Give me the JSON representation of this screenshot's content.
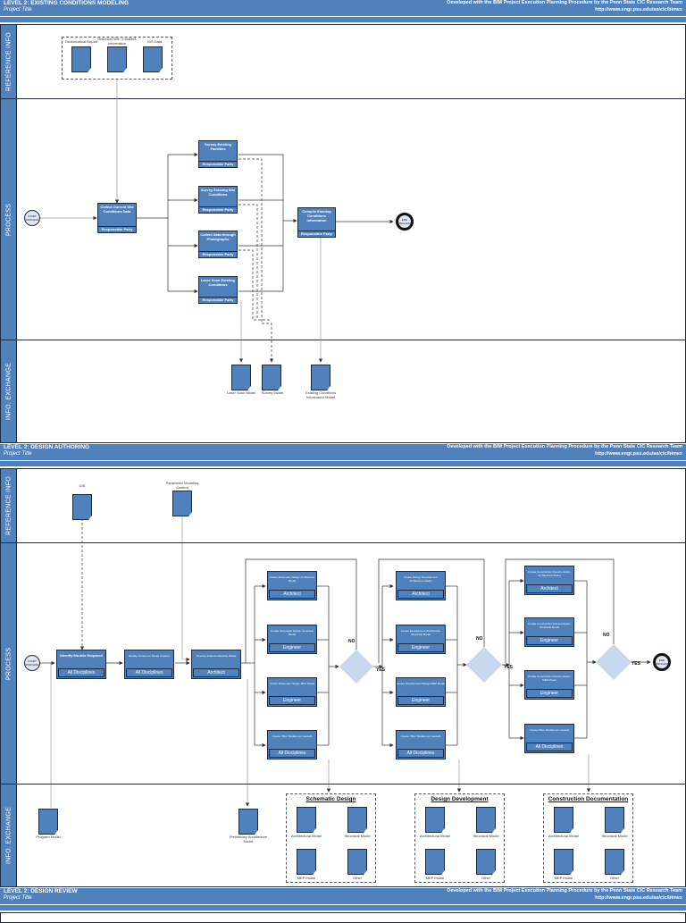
{
  "section1": {
    "title": "LEVEL 2:  EXISTING CONDITIONS MODELING",
    "subtitle": "Project Title",
    "credit": "Developed with the BIM Project Execution Planning Procedure by the Penn State CIC Research Team",
    "url": "http://www.engr.psu.edu/ae/cic/bimex",
    "lanes": {
      "ref": "REFERENCE INFO",
      "process": "PROCESS",
      "info": "INFO. EXCHANGE"
    },
    "ref_docs": [
      "Geotechnical Report",
      "Historical Site / Facilities Information",
      "GIS Data"
    ],
    "start_label": "START PROCESS",
    "end_label": "END PROCESS",
    "collect": {
      "title": "Collect Current Site Conditions Data",
      "party": "Responsible Party"
    },
    "branches": [
      {
        "title": "Survey Existing Facilities",
        "party": "Responsible Party"
      },
      {
        "title": "Survey Existing Site Conditions",
        "party": "Responsible Party"
      },
      {
        "title": "Collect Data through Photographs",
        "party": "Responsible Party"
      },
      {
        "title": "Laser Scan Existing Conditions",
        "party": "Responsible Party"
      }
    ],
    "compile": {
      "title": "Compile Existing Conditions Information",
      "party": "Responsible Party"
    },
    "outputs": [
      "Laser Scan Model",
      "Survey Model",
      "Existing Conditions Information Model"
    ]
  },
  "section2": {
    "title": "LEVEL 2:  DESIGN AUTHORING",
    "subtitle": "Project Title",
    "credit": "Developed with the BIM Project Execution Planning Procedure by the Penn State CIC Research Team",
    "url": "http://www.engr.psu.edu/ae/cic/bimex",
    "lanes": {
      "ref": "REFERENCE INFO",
      "process": "PROCESS",
      "info": "INFO. EXCHANGE"
    },
    "ref_docs": [
      "GIS",
      "Parametric Modeling Content"
    ],
    "start_label": "START PROCESS",
    "end_label": "END PROCESS",
    "first_steps": [
      {
        "title": "Identify Models Required",
        "party": "All Disciplines"
      },
      {
        "title": "Identify Content for Model Creation",
        "party": "All Disciplines"
      },
      {
        "title": "Develop Initial Architecture Model",
        "party": "Architect"
      }
    ],
    "phases": [
      {
        "tasks": [
          {
            "title": "Create Schematic Design Architecture Model",
            "party": "Architect"
          },
          {
            "title": "Create Schematic Design Structural Model",
            "party": "Engineer"
          },
          {
            "title": "Create Schematic Design MEP Model",
            "party": "Engineer"
          },
          {
            "title": "Create Other Models (as needed)",
            "party": "All Disciplines"
          }
        ]
      },
      {
        "tasks": [
          {
            "title": "Create Design Development Architecture Model",
            "party": "Architect"
          },
          {
            "title": "Create Development Architecture Structural Model",
            "party": "Engineer"
          },
          {
            "title": "Create Development Design MEP Model",
            "party": "Engineer"
          },
          {
            "title": "Create Other Models (as needed)",
            "party": "All Disciplines"
          }
        ]
      },
      {
        "tasks": [
          {
            "title": "Create Construction Documentation Architecture Model",
            "party": "Architect"
          },
          {
            "title": "Create Construction Documentation Structural Model",
            "party": "Engineer"
          },
          {
            "title": "Create Construction Documentation MEP Model",
            "party": "Engineer"
          },
          {
            "title": "Create Other Models (as needed)",
            "party": "All Disciplines"
          }
        ]
      }
    ],
    "decision": {
      "no": "NO",
      "yes": "YES"
    },
    "info_single": [
      "Program Model",
      "Preliminary Architecture Model"
    ],
    "groups": [
      {
        "title": "Schematic Design",
        "docs": [
          "Architectural Model",
          "Structural Model",
          "MEP Model",
          "Other"
        ]
      },
      {
        "title": "Design Development",
        "docs": [
          "Architectural Model",
          "Structural Model",
          "MEP Model",
          "Other"
        ]
      },
      {
        "title": "Construction Documentation",
        "docs": [
          "Architectural Model",
          "Structural Model",
          "MEP Model",
          "Other"
        ]
      }
    ]
  },
  "section3": {
    "title": "LEVEL 2:  DESIGN REVIEW",
    "subtitle": "Project Title",
    "credit": "Developed with the BIM Project Execution Planning Procedure by the Penn State CIC Research Team",
    "url": "http://www.engr.psu.edu/ae/cic/bimex"
  }
}
